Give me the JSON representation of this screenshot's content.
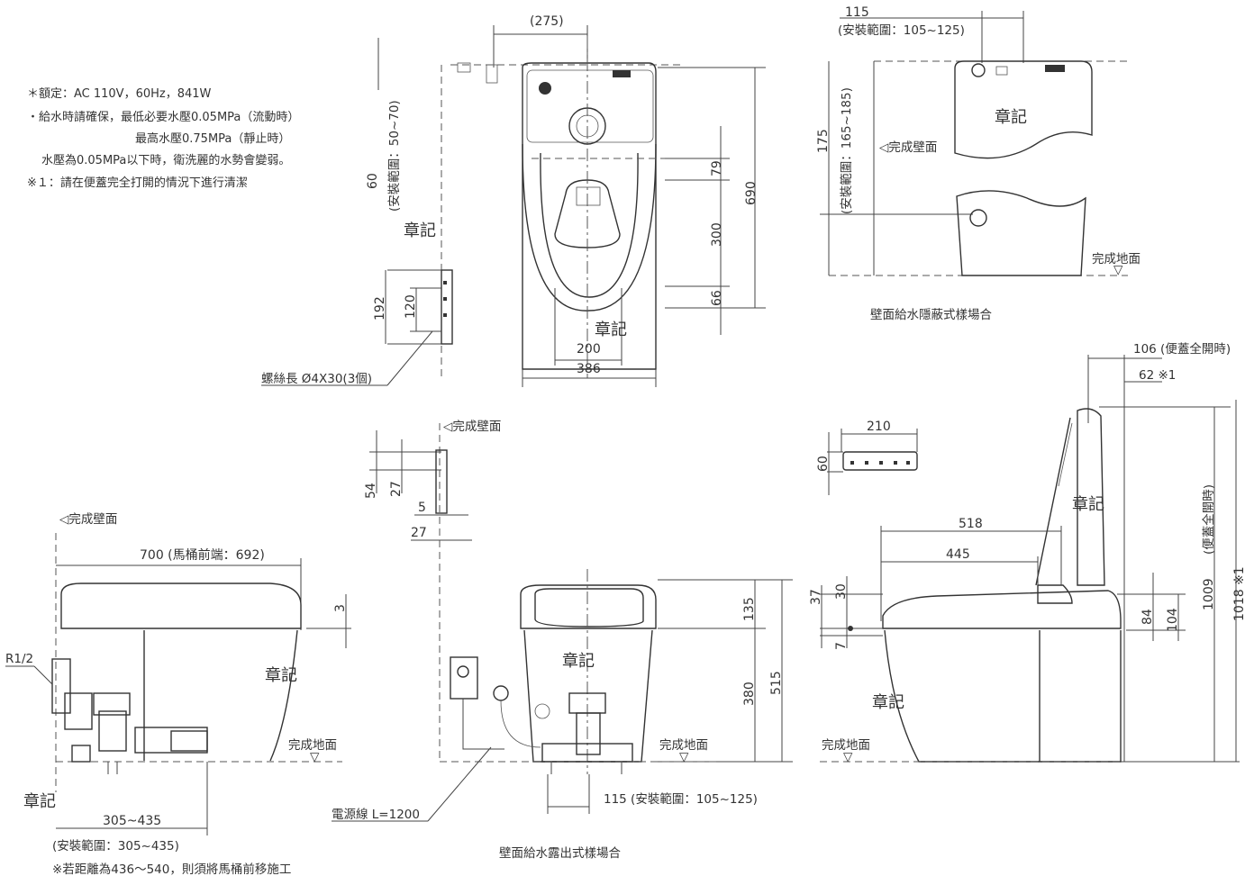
{
  "notes": {
    "line1": "＊額定：AC 110V，60Hz，841W",
    "line2": "・給水時請確保，最低必要水壓0.05MPa（流動時）",
    "line3": "最高水壓0.75MPa（靜止時）",
    "line4": "水壓為0.05MPa以下時，衛洗麗的水勢會變弱。",
    "line5": "※１：請在便蓋完全打開的情況下進行清潔"
  },
  "labels": {
    "chapter_mark": "章記",
    "finished_wall": "◁完成壁面",
    "finished_floor": "完成地面",
    "floor_arrow": "▽",
    "screw": "螺絲長 Ø4X30(3個)",
    "power_cord": "電源線  L=1200",
    "concealed_caption": "壁面給水隱蔽式樣場合",
    "exposed_caption": "壁面給水露出式樣場合",
    "r12": "R1/2",
    "install_range_305": "(安裝範圍：305~435)",
    "move_note": "※若距離為436～540，則須將馬桶前移施工",
    "install_range_50_70": "(安裝範圍：50~70)",
    "install_range_165_185": "(安裝範圍：165~185)",
    "install_range_105_125_top": "(安裝範圍：105~125)",
    "install_range_105_125_bottom": "115 (安裝範圍：105~125)",
    "lid_open_106": "106 (便蓋全開時)",
    "lid_open_vertical": "(便蓋全開時)",
    "note_62": "62 ※1",
    "length_700": "700 (馬桶前端：692)"
  },
  "dims": {
    "d275": "(275)",
    "d60": "60",
    "d690": "690",
    "d79": "79",
    "d300": "300",
    "d66": "66",
    "d200": "200",
    "d386": "386",
    "d192": "192",
    "d120": "120",
    "d115": "115",
    "d175": "175",
    "d54": "54",
    "d27a": "27",
    "d5": "5",
    "d27b": "27",
    "d3": "3",
    "d305_435": "305~435",
    "d135": "135",
    "d380": "380",
    "d515": "515",
    "d210": "210",
    "d60b": "60",
    "d518": "518",
    "d445": "445",
    "d37": "37",
    "d30": "30",
    "d7": "7",
    "d84": "84",
    "d104": "104",
    "d1009": "1009",
    "d1018": "1018 ※1"
  }
}
